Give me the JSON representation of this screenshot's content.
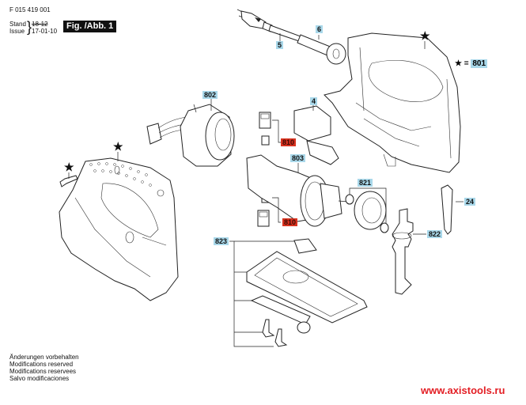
{
  "header": {
    "doc_number": "F 015 419 001",
    "stand_label": "Stand",
    "stand_value": "18-12",
    "issue_label": "Issue",
    "issue_value": "17-01-10",
    "figure_tag": "Fig. /Abb. 1"
  },
  "legend": {
    "symbol": "★",
    "equals": "=",
    "part_number": "801"
  },
  "part_labels": {
    "p5": "5",
    "p6": "6",
    "p4": "4",
    "p802": "802",
    "p810a": "810",
    "p810b": "810",
    "p803": "803",
    "p821": "821",
    "p24": "24",
    "p822": "822",
    "p823": "823"
  },
  "star_symbol": "★",
  "label_colors": {
    "standard": "#a9d8ea",
    "highlighted": "#d8321f"
  },
  "footer": {
    "lines": [
      "Änderungen vorbehalten",
      "Modifications reserved",
      "Modifications reservees",
      "Salvo modificaciones"
    ],
    "website": "www.axistools.ru"
  }
}
